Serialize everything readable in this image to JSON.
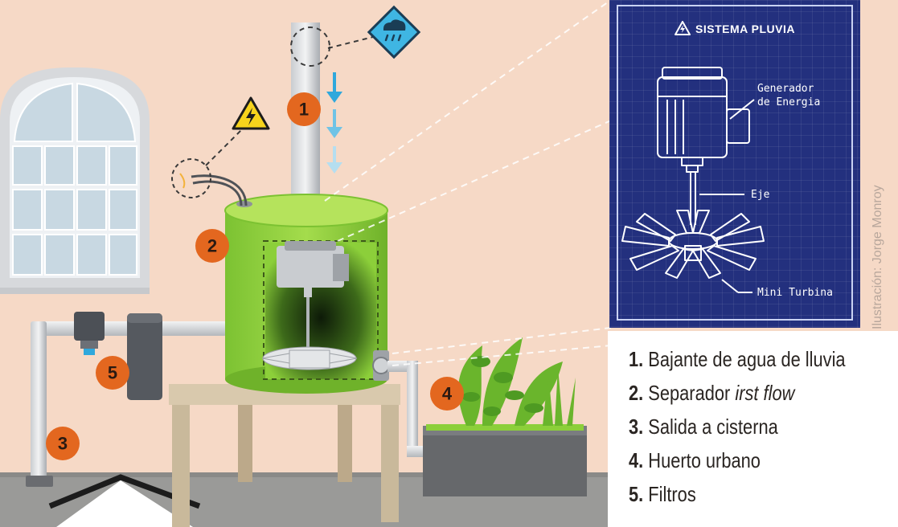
{
  "blueprint": {
    "title": "SISTEMA PLUVIA",
    "label_generator_line1": "Generador",
    "label_generator_line2": "de Energia",
    "label_axis": "Eje",
    "label_turbine": "Mini Turbina"
  },
  "credit": "Ilustración: Jorge Monroy",
  "badges": [
    "1",
    "2",
    "3",
    "4",
    "5"
  ],
  "legend": [
    {
      "number": "1.",
      "text": "Bajante de agua de lluvia",
      "italic": ""
    },
    {
      "number": "2.",
      "text": "Separador ",
      "italic": "irst flow"
    },
    {
      "number": "3.",
      "text": "Salida a cisterna",
      "italic": ""
    },
    {
      "number": "4.",
      "text": "Huerto urbano",
      "italic": ""
    },
    {
      "number": "5.",
      "text": "Filtros",
      "italic": ""
    }
  ],
  "icons": {
    "rain": "rain-cloud-icon",
    "electric": "high-voltage-warning-icon"
  },
  "colors": {
    "wall": "#f6d9c6",
    "tank": "#8ccf3a",
    "badge": "#e3671f",
    "blueprint": "#23307e",
    "floor": "#9a9a98",
    "arrow": "#2fa8dc"
  }
}
